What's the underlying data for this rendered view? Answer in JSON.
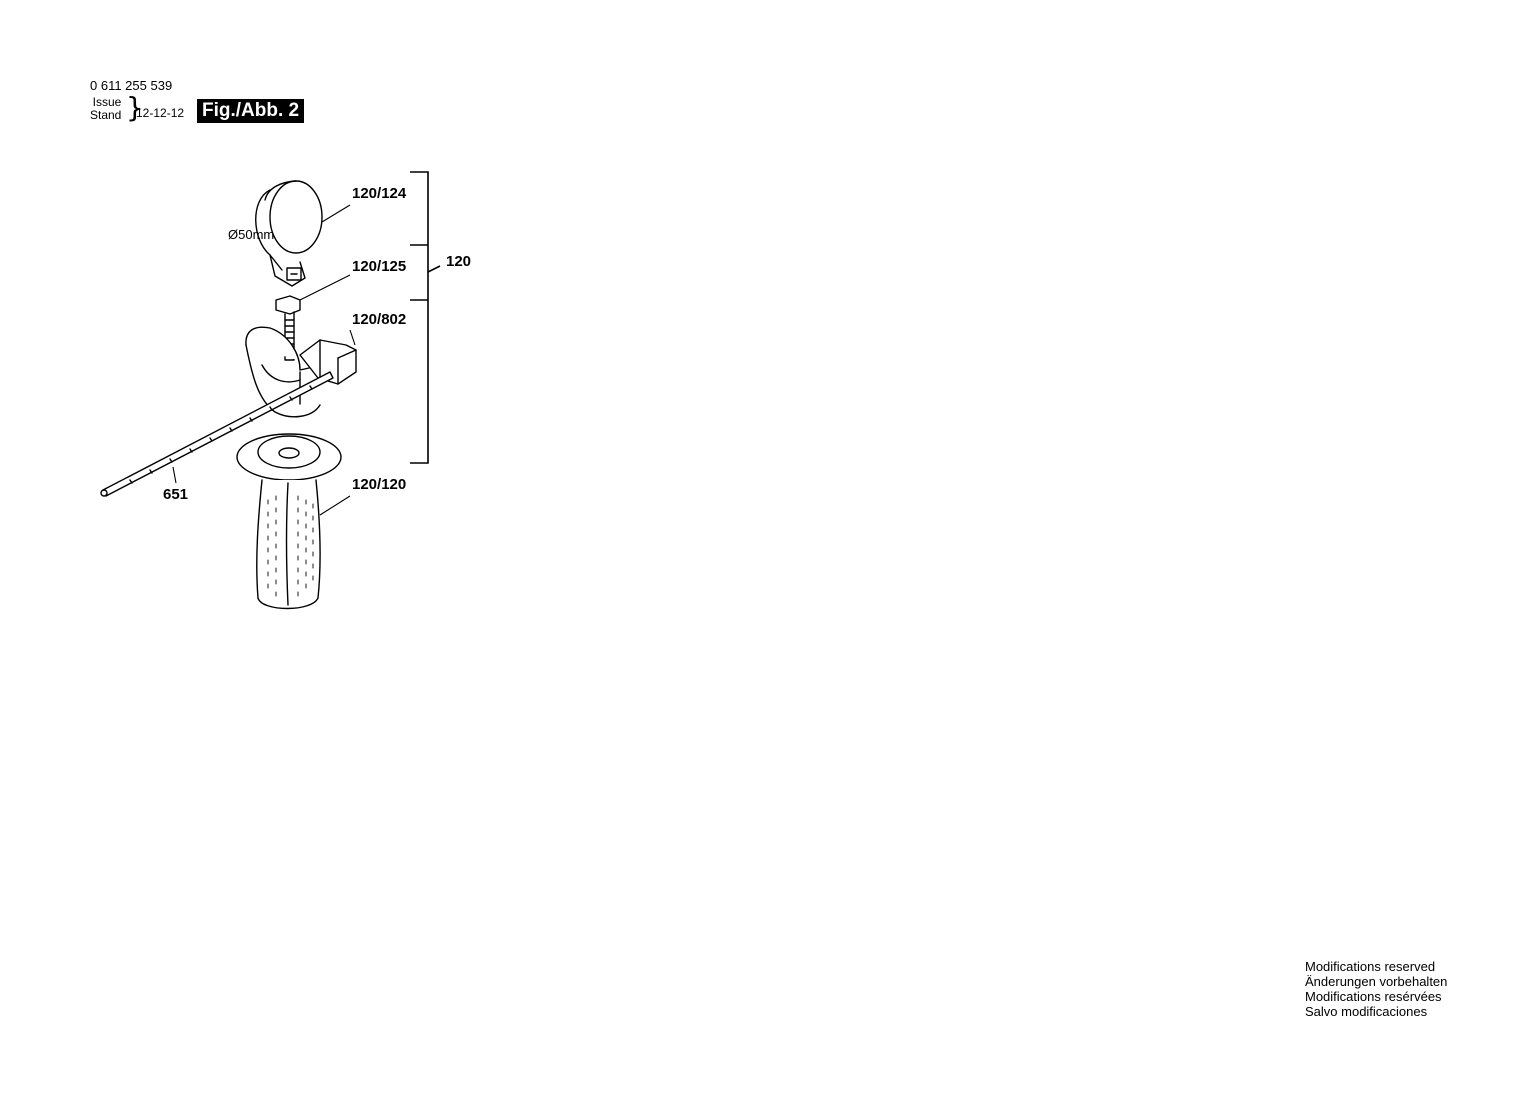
{
  "header": {
    "doc_number": "0 611 255 539",
    "issue_label": "Issue",
    "stand_label": "Stand",
    "date": "12-12-12",
    "figure_badge": "Fig./Abb. 2"
  },
  "diagram": {
    "diameter_note": "Ø50mm",
    "callouts": {
      "depth_band": "120/124",
      "screw": "120/125",
      "clamp": "120/802",
      "handle": "120/120",
      "group": "120",
      "depth_rod": "651"
    }
  },
  "footer": {
    "notes": [
      "Modifications reserved",
      "Änderungen vorbehalten",
      "Modifications resérvées",
      "Salvo modificaciones"
    ]
  }
}
